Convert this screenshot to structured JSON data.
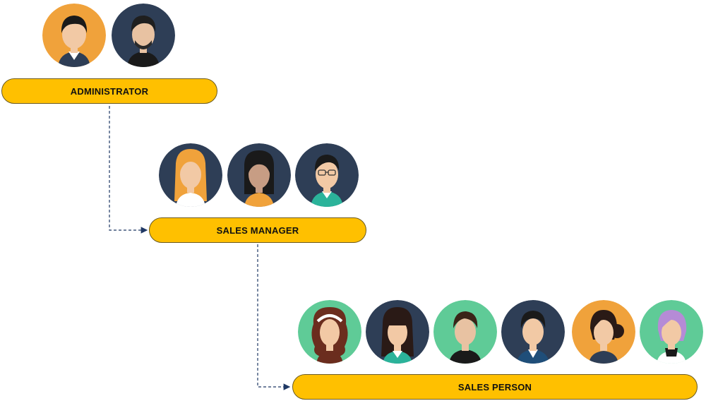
{
  "roles": {
    "administrator": {
      "label": "ADMINISTRATOR"
    },
    "sales_manager": {
      "label": "SALES MANAGER"
    },
    "sales_person": {
      "label": "SALES PERSON"
    }
  },
  "colors": {
    "role_bar": "#FFC000",
    "connector": "#1F3864",
    "avatar_orange": "#F0A23B",
    "avatar_navy": "#2E3E56",
    "avatar_green": "#5FCB97"
  },
  "avatars": {
    "administrator": [
      "male-avatar-orange-icon",
      "male-bearded-avatar-navy-icon"
    ],
    "sales_manager": [
      "female-blonde-avatar-navy-icon",
      "female-avatar-navy-icon",
      "male-glasses-avatar-navy-icon"
    ],
    "sales_person": [
      "female-curly-headband-avatar-green-icon",
      "female-long-hair-avatar-navy-icon",
      "male-avatar-green-icon",
      "male-avatar-navy-icon",
      "female-bun-avatar-orange-icon",
      "female-purple-hair-avatar-green-icon"
    ]
  }
}
